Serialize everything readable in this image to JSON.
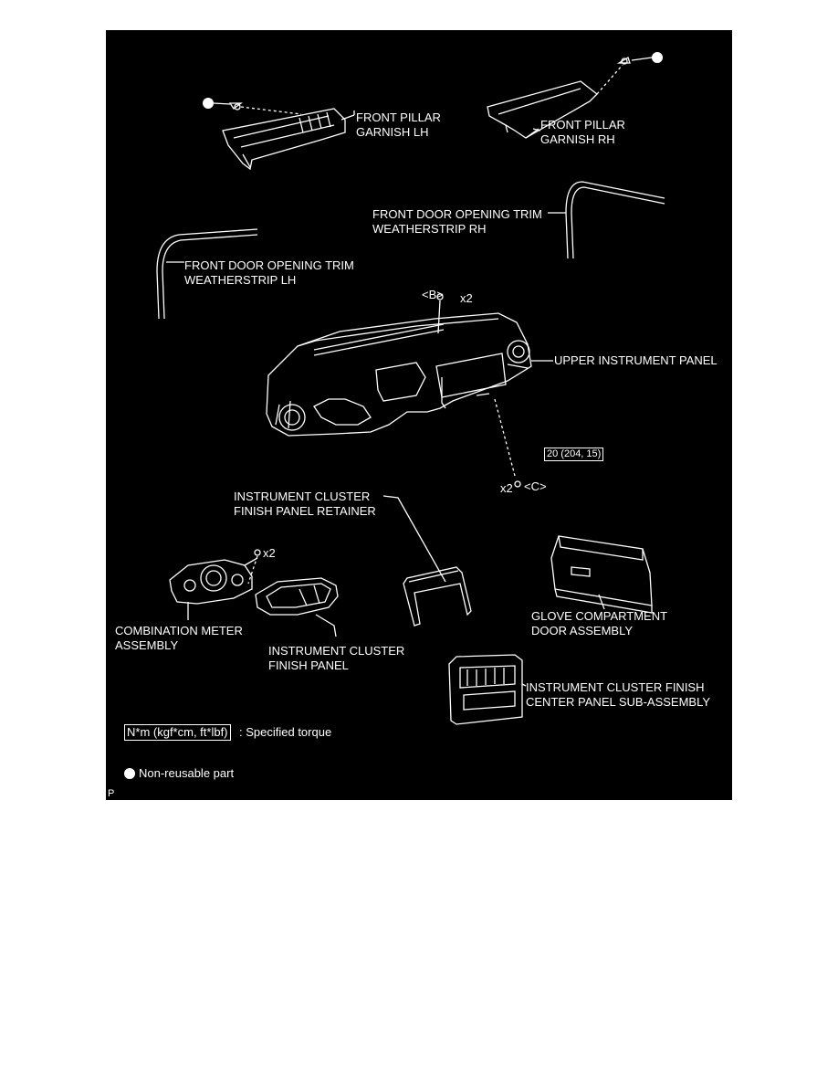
{
  "colors": {
    "background": "#000000",
    "ink": "#ffffff",
    "page": "#ffffff"
  },
  "labels": {
    "front_pillar_garnish_lh": [
      "FRONT PILLAR",
      "GARNISH LH"
    ],
    "front_pillar_garnish_rh": [
      "FRONT PILLAR",
      "GARNISH RH"
    ],
    "front_door_weatherstrip_rh": [
      "FRONT DOOR OPENING TRIM",
      "WEATHERSTRIP RH"
    ],
    "front_door_weatherstrip_lh": [
      "FRONT DOOR OPENING TRIM",
      "WEATHERSTRIP LH"
    ],
    "upper_instrument_panel": "UPPER INSTRUMENT PANEL",
    "instrument_cluster_finish_panel_retainer": [
      "INSTRUMENT CLUSTER",
      "FINISH PANEL RETAINER"
    ],
    "combination_meter_assembly": [
      "COMBINATION METER",
      "ASSEMBLY"
    ],
    "instrument_cluster_finish_panel": [
      "INSTRUMENT CLUSTER",
      "FINISH PANEL"
    ],
    "glove_compartment_door_assembly": [
      "GLOVE COMPARTMENT",
      "DOOR ASSEMBLY"
    ],
    "instrument_cluster_finish_center_panel": [
      "INSTRUMENT CLUSTER FINISH",
      "CENTER PANEL SUB-ASSEMBLY"
    ]
  },
  "fasteners": {
    "b_label": "<B>",
    "b_qty": "x2",
    "c_label": "<C>",
    "c_qty": "x2",
    "meter_screw_qty": "x2"
  },
  "torque": {
    "value": "20 (204, 15)"
  },
  "legend": {
    "torque_unit": "N*m (kgf*cm, ft*lbf)",
    "torque_text": ": Specified torque",
    "nonreusable_text": "Non-reusable part"
  },
  "corner_mark": "P"
}
